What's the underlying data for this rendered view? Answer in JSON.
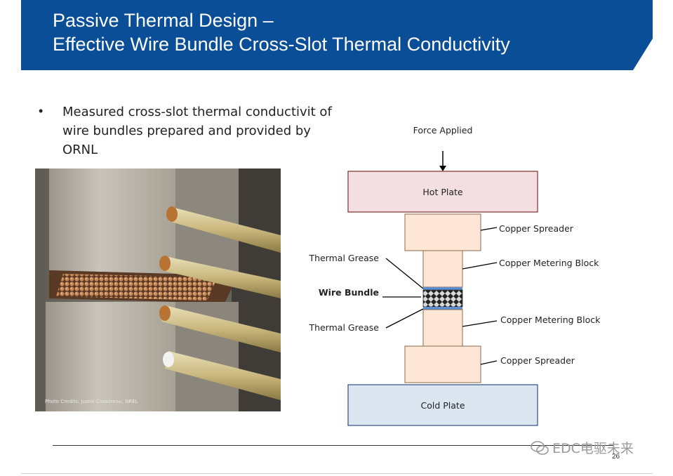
{
  "header": {
    "title_line1": "Passive Thermal Design –",
    "title_line2": "Effective Wire Bundle Cross-Slot Thermal Conductivity",
    "color": "#0a4e97"
  },
  "bullet": {
    "dot": "•",
    "text": "Measured cross-slot thermal conductivit of wire bundles prepared and provided by ORNL"
  },
  "photo": {
    "credit": "Photo Credits: Justin Cousineau, NREL"
  },
  "diagram": {
    "force": "Force Applied",
    "hot_plate": "Hot Plate",
    "copper_spreader_top": "Copper Spreader",
    "metering_block_top": "Copper Metering Block",
    "thermal_grease_top": "Thermal Grease",
    "wire_bundle": "Wire Bundle",
    "thermal_grease_bottom": "Thermal Grease",
    "metering_block_bottom": "Copper Metering Block",
    "copper_spreader_bottom": "Copper Spreader",
    "cold_plate": "Cold Plate",
    "colors": {
      "hot_plate": "#f3dfe2",
      "copper": "#fde6d6",
      "cold_plate": "#dce6f1",
      "grease": "#5b8fd6"
    }
  },
  "footer": {
    "page_number": "26",
    "watermark": "EDC电驱未来"
  }
}
